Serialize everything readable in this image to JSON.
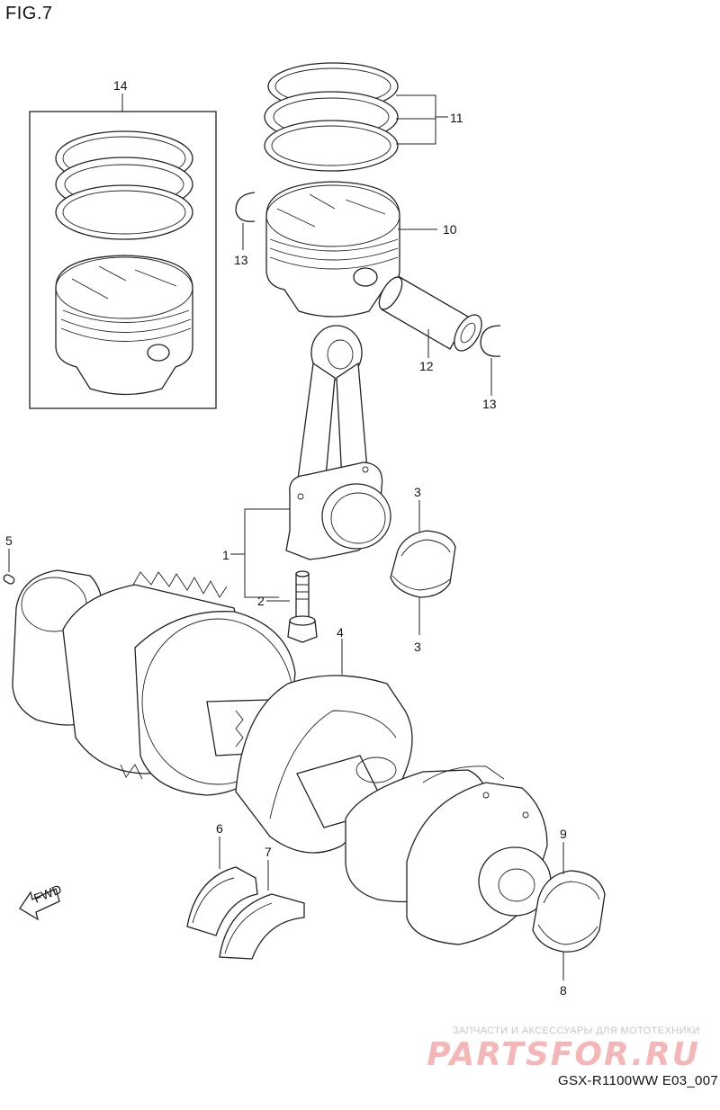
{
  "figure": {
    "title": "FIG.7",
    "model_code": "GSX-R1100WW  E03_007"
  },
  "callouts": [
    "1",
    "2",
    "3",
    "3",
    "4",
    "5",
    "6",
    "7",
    "8",
    "9",
    "10",
    "11",
    "12",
    "13",
    "13",
    "14"
  ],
  "fwd_label": "FWD",
  "watermark": {
    "tagline": "ЗАПЧАСТИ И АКСЕССУАРЫ ДЛЯ МОТОТЕХНИКИ",
    "brand": "PARTSFOR.RU"
  }
}
